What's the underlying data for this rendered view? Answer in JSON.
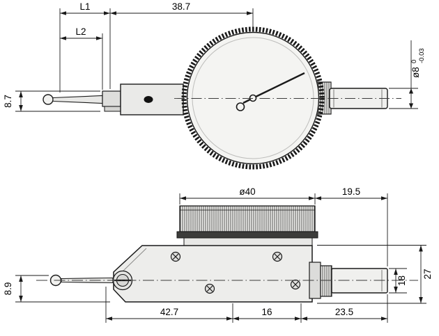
{
  "colors": {
    "background": "#ffffff",
    "line": "#1a1a1a",
    "metal_fill": "#f0f0ee",
    "bezel_dark": "#3c3c3a"
  },
  "front": {
    "dims": {
      "l1": "L1",
      "width": "38.7",
      "l2": "L2",
      "height": "8.7",
      "stem_dia": "ø8",
      "stem_tol_upper": "0",
      "stem_tol_lower": "-0.03"
    }
  },
  "side": {
    "dims": {
      "bezel_dia": "ø40",
      "stem_right": "19.5",
      "overall_height": "27",
      "spindle_height": "18",
      "tip_height": "8.9",
      "body_length": "42.7",
      "mid_length": "16",
      "stem_length": "23.5"
    }
  }
}
